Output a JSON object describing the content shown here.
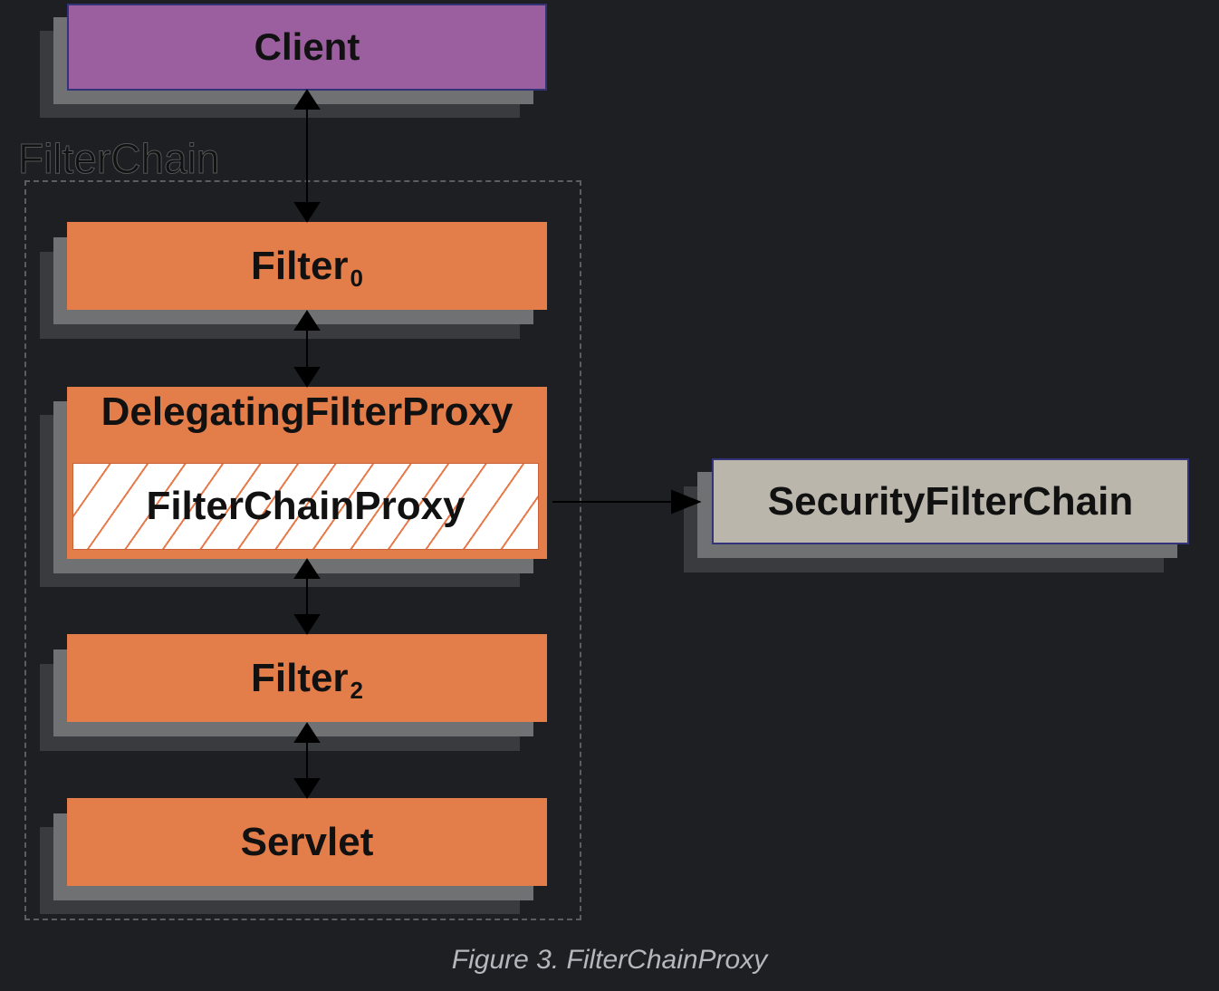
{
  "diagram": {
    "client": "Client",
    "group_label": "FilterChain",
    "filter0": {
      "name": "Filter",
      "index": "0"
    },
    "delegating_proxy": "DelegatingFilterProxy",
    "filter_chain_proxy": "FilterChainProxy",
    "filter2": {
      "name": "Filter",
      "index": "2"
    },
    "servlet": "Servlet",
    "security_filter_chain": "SecurityFilterChain"
  },
  "caption": "Figure 3. FilterChainProxy",
  "colors": {
    "background": "#1d1f23",
    "client": "#9b5e9e",
    "filter": "#e37e4a",
    "security_filter_chain": "#bbb6ab"
  }
}
